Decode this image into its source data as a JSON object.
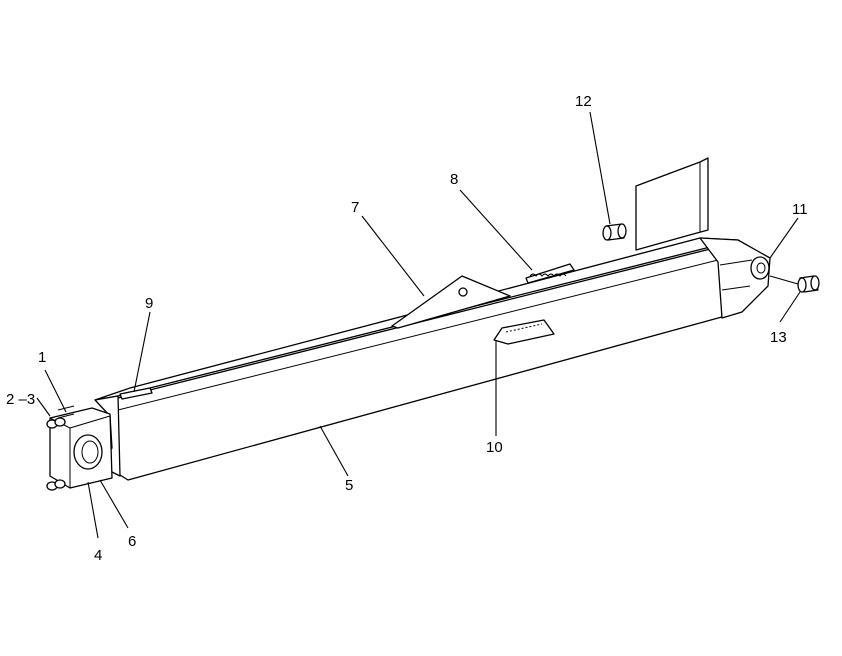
{
  "callouts": [
    {
      "id": "1",
      "label": "1"
    },
    {
      "id": "2-3",
      "label": "2 –3"
    },
    {
      "id": "4",
      "label": "4"
    },
    {
      "id": "5",
      "label": "5"
    },
    {
      "id": "6",
      "label": "6"
    },
    {
      "id": "7",
      "label": "7"
    },
    {
      "id": "8",
      "label": "8"
    },
    {
      "id": "9",
      "label": "9"
    },
    {
      "id": "10",
      "label": "10"
    },
    {
      "id": "11",
      "label": "11"
    },
    {
      "id": "12",
      "label": "12"
    },
    {
      "id": "13",
      "label": "13"
    }
  ]
}
